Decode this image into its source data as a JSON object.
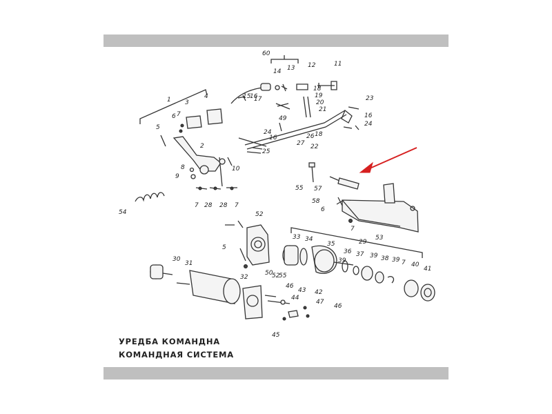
{
  "caption": {
    "line1": "УРЕДБА КОМАНДНА",
    "line2": "КОМАНДНАЯ СИСТЕМА"
  },
  "callouts": [
    "60",
    "14",
    "13",
    "12",
    "11",
    "15",
    "16",
    "17",
    "18",
    "19",
    "20",
    "21",
    "49",
    "1",
    "6",
    "7",
    "3",
    "4",
    "5",
    "2",
    "23",
    "16",
    "24",
    "24",
    "16",
    "26",
    "18",
    "27",
    "22",
    "25",
    "8",
    "10",
    "9",
    "55",
    "57",
    "58",
    "6",
    "7",
    "53",
    "54",
    "7",
    "28",
    "28",
    "7",
    "52",
    "5",
    "33",
    "34",
    "35",
    "29",
    "36",
    "37",
    "39",
    "38",
    "39",
    "7",
    "40",
    "41",
    "39",
    "30",
    "31",
    "32",
    "50",
    "52",
    "55",
    "46",
    "42",
    "43",
    "44",
    "47",
    "46",
    "45"
  ],
  "highlight_color": "#d62020",
  "icons": {
    "arrow": "red-pointer-arrow"
  }
}
